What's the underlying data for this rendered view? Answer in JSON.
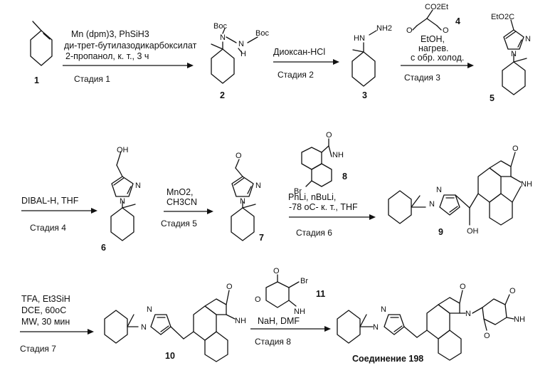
{
  "compounds": {
    "c1": "1",
    "c2": "2",
    "c3": "3",
    "c4": "4",
    "c5": "5",
    "c6": "6",
    "c7": "7",
    "c8": "8",
    "c9": "9",
    "c10": "10",
    "c11": "11",
    "c198": "Соединение 198"
  },
  "atoms": {
    "boc": "Boc",
    "n": "N",
    "nh": "NH",
    "nh2": "NH2",
    "hn": "HN",
    "h": "H",
    "o": "O",
    "oh": "OH",
    "br": "Br",
    "co2et": "CO2Et",
    "etooc": "EtO2C"
  },
  "steps": [
    {
      "stage": "Стадия  1",
      "lines": [
        "Mn (dpm)3, PhSiH3",
        "ди-трет-бутилазодикарбоксилат",
        " 2-пропанол, к. т., 3 ч"
      ]
    },
    {
      "stage": "Стадия  2",
      "lines": [
        "Диоксан-HCl"
      ]
    },
    {
      "stage": "Стадия  3",
      "lines": [
        "EtOH,",
        "нагрев.",
        "с обр. холод."
      ]
    },
    {
      "stage": "Стадия  4",
      "lines": [
        "DIBAL-H, THF"
      ]
    },
    {
      "stage": "Стадия  5",
      "lines": [
        "MnO2,",
        "CH3CN"
      ]
    },
    {
      "stage": "Стадия  6",
      "lines": [
        "PhLi, nBuLi,",
        "-78 oC- к. т., THF"
      ]
    },
    {
      "stage": "Стадия  7",
      "lines": [
        "TFA, Et3SiH",
        "DCE, 60oC",
        "MW, 30 мин"
      ]
    },
    {
      "stage": "Стадия  8",
      "lines": [
        "NaH, DMF"
      ]
    }
  ]
}
